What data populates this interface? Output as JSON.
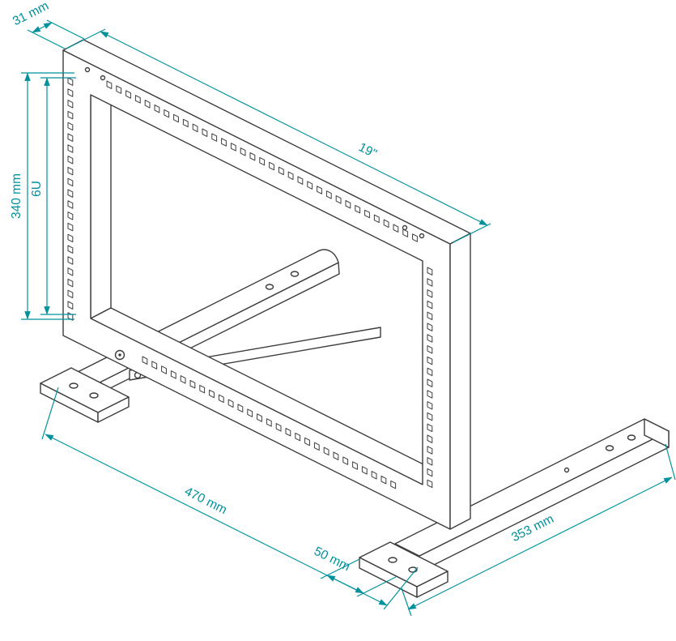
{
  "drawing": {
    "dimensions": {
      "depth": {
        "label": "31 mm"
      },
      "height": {
        "label": "340 mm"
      },
      "rack_units": {
        "label": "6U"
      },
      "rack_width": {
        "label": "19\""
      },
      "base_width": {
        "label": "470 mm"
      },
      "pad_depth": {
        "label": "50 mm"
      },
      "foot_length": {
        "label": "353 mm"
      }
    },
    "colors": {
      "line": "#3c3c3c",
      "dimension": "#00919c",
      "background": "#ffffff"
    }
  }
}
